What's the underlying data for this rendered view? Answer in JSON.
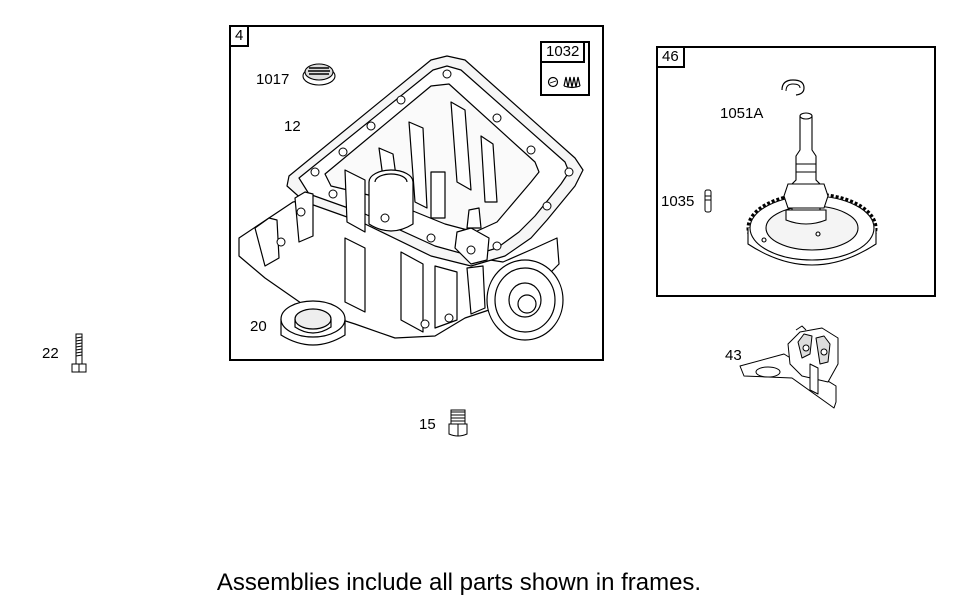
{
  "frames": {
    "sump": {
      "number": "4"
    },
    "kit": {
      "number": "1032"
    },
    "cam": {
      "number": "46"
    }
  },
  "parts": {
    "p1017": "1017",
    "p12": "12",
    "p20": "20",
    "p22": "22",
    "p15": "15",
    "p1051a": "1051A",
    "p1035": "1035",
    "p43": "43"
  },
  "caption": "Assemblies include all parts shown in frames."
}
